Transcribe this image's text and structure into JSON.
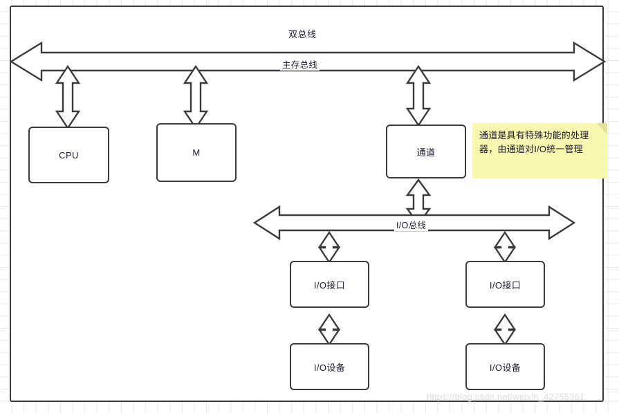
{
  "diagram": {
    "title": "双总线",
    "watermark": "https://blog.csdn.net/weixin_42755361",
    "colors": {
      "stroke": "#3a3a3a",
      "fill": "#ffffff",
      "note_bg": "#f9f7b0",
      "note_fold": "#e3e09a",
      "text": "#1a1a2e",
      "grid": "#e9e9e9",
      "watermark": "#dcdcdc"
    },
    "buses": [
      {
        "id": "main-memory-bus",
        "label": "主存总线"
      },
      {
        "id": "io-bus",
        "label": "I/O总线"
      }
    ],
    "nodes": [
      {
        "id": "cpu",
        "label": "CPU"
      },
      {
        "id": "memory",
        "label": "M"
      },
      {
        "id": "channel",
        "label": "通道"
      },
      {
        "id": "io-interface-left",
        "label": "I/O接口"
      },
      {
        "id": "io-interface-right",
        "label": "I/O接口"
      },
      {
        "id": "io-device-left",
        "label": "I/O设备"
      },
      {
        "id": "io-device-right",
        "label": "I/O设备"
      }
    ],
    "note": {
      "text": "通道是具有特殊功能的处理器，由通道对I/O统一管理"
    }
  }
}
